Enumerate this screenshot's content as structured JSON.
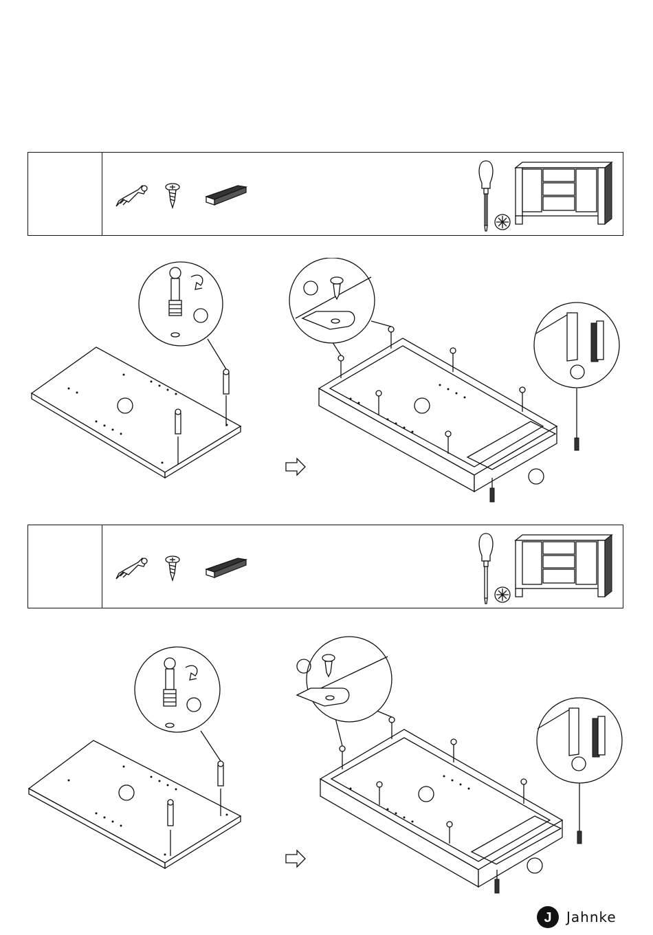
{
  "document": {
    "brand": {
      "name": "Jahnke",
      "mark": "J"
    },
    "steps": [
      {
        "number": "",
        "parts": [
          "cam-bolt",
          "screw",
          "glide-pad"
        ],
        "tools": [
          "screwdriver",
          "pozidriv-bit"
        ]
      },
      {
        "number": "",
        "parts": [
          "cam-bolt",
          "screw",
          "glide-pad"
        ],
        "tools": [
          "screwdriver",
          "pozidriv-bit"
        ]
      }
    ]
  }
}
